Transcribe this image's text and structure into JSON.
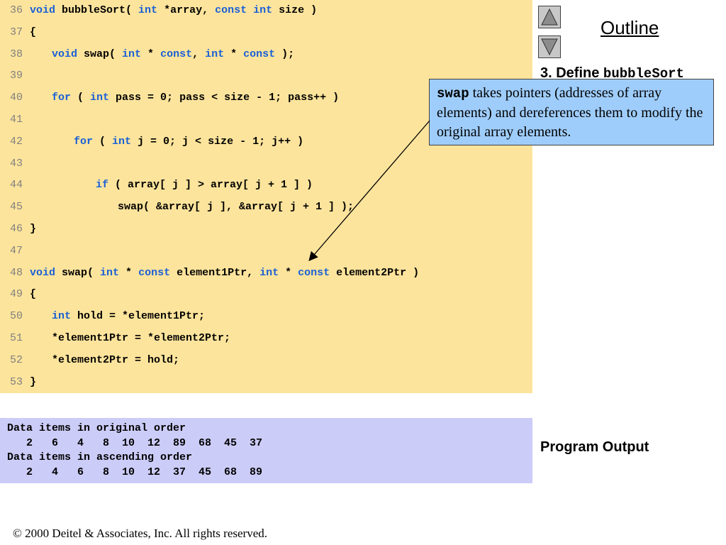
{
  "code": {
    "lines": [
      {
        "num": "36",
        "indent": 0,
        "tokens": [
          {
            "t": "void",
            "k": true
          },
          {
            "t": " bubbleSort( "
          },
          {
            "t": "int",
            "k": true
          },
          {
            "t": " *array, "
          },
          {
            "t": "const",
            "k": true
          },
          {
            "t": " "
          },
          {
            "t": "int",
            "k": true
          },
          {
            "t": " size )"
          }
        ]
      },
      {
        "num": "37",
        "indent": 0,
        "tokens": [
          {
            "t": "{"
          }
        ]
      },
      {
        "num": "38",
        "indent": 1,
        "tokens": [
          {
            "t": "void",
            "k": true
          },
          {
            "t": " swap( "
          },
          {
            "t": "int",
            "k": true
          },
          {
            "t": " * "
          },
          {
            "t": "const",
            "k": true
          },
          {
            "t": ", "
          },
          {
            "t": "int",
            "k": true
          },
          {
            "t": " * "
          },
          {
            "t": "const",
            "k": true
          },
          {
            "t": " );"
          }
        ]
      },
      {
        "num": "39",
        "indent": 0,
        "tokens": []
      },
      {
        "num": "40",
        "indent": 1,
        "tokens": [
          {
            "t": "for",
            "k": true
          },
          {
            "t": " ( "
          },
          {
            "t": "int",
            "k": true
          },
          {
            "t": " pass = 0; pass < size - 1; pass++ )"
          }
        ]
      },
      {
        "num": "41",
        "indent": 0,
        "tokens": []
      },
      {
        "num": "42",
        "indent": 2,
        "tokens": [
          {
            "t": "for",
            "k": true
          },
          {
            "t": " ( "
          },
          {
            "t": "int",
            "k": true
          },
          {
            "t": " j = 0; j < size - 1; j++ )"
          }
        ]
      },
      {
        "num": "43",
        "indent": 0,
        "tokens": []
      },
      {
        "num": "44",
        "indent": 3,
        "tokens": [
          {
            "t": "if",
            "k": true
          },
          {
            "t": " ( array[ j ] > array[ j + 1 ] )"
          }
        ]
      },
      {
        "num": "45",
        "indent": 4,
        "tokens": [
          {
            "t": "swap( &array[ j ], &array[ j + 1 ] );"
          }
        ]
      },
      {
        "num": "46",
        "indent": 0,
        "tokens": [
          {
            "t": "}"
          }
        ]
      },
      {
        "num": "47",
        "indent": 0,
        "tokens": []
      },
      {
        "num": "48",
        "indent": 0,
        "tokens": [
          {
            "t": "void",
            "k": true
          },
          {
            "t": " swap( "
          },
          {
            "t": "int",
            "k": true
          },
          {
            "t": " * "
          },
          {
            "t": "const",
            "k": true
          },
          {
            "t": " element1Ptr, "
          },
          {
            "t": "int",
            "k": true
          },
          {
            "t": " * "
          },
          {
            "t": "const",
            "k": true
          },
          {
            "t": " element2Ptr )"
          }
        ]
      },
      {
        "num": "49",
        "indent": 0,
        "tokens": [
          {
            "t": "{"
          }
        ]
      },
      {
        "num": "50",
        "indent": 1,
        "tokens": [
          {
            "t": "int",
            "k": true
          },
          {
            "t": " hold = *element1Ptr;"
          }
        ]
      },
      {
        "num": "51",
        "indent": 1,
        "tokens": [
          {
            "t": "*element1Ptr = *element2Ptr;"
          }
        ]
      },
      {
        "num": "52",
        "indent": 1,
        "tokens": [
          {
            "t": "*element2Ptr = hold;"
          }
        ]
      },
      {
        "num": "53",
        "indent": 0,
        "tokens": [
          {
            "t": "}"
          }
        ]
      }
    ]
  },
  "output": {
    "lines": [
      "Data items in original order",
      "   2   6   4   8  10  12  89  68  45  37",
      "Data items in ascending order",
      "   2   4   6   8  10  12  37  45  68  89"
    ]
  },
  "nav": {
    "outline_label": "Outline",
    "up_icon": "triangle-up-icon",
    "down_icon": "triangle-down-icon"
  },
  "side": {
    "define_prefix": "3.  Define ",
    "define_code": "bubbleSort",
    "program_output": "Program Output"
  },
  "callout": {
    "code": "swap",
    "text": " takes pointers (addresses of array elements) and dereferences them to modify the original array elements."
  },
  "footer": {
    "text": "© 2000 Deitel & Associates, Inc.  All rights reserved."
  },
  "colors": {
    "code_bg": "#fde49c",
    "output_bg": "#ccccf8",
    "callout_bg": "#9fcdfb",
    "keyword": "#1a5fd6"
  }
}
